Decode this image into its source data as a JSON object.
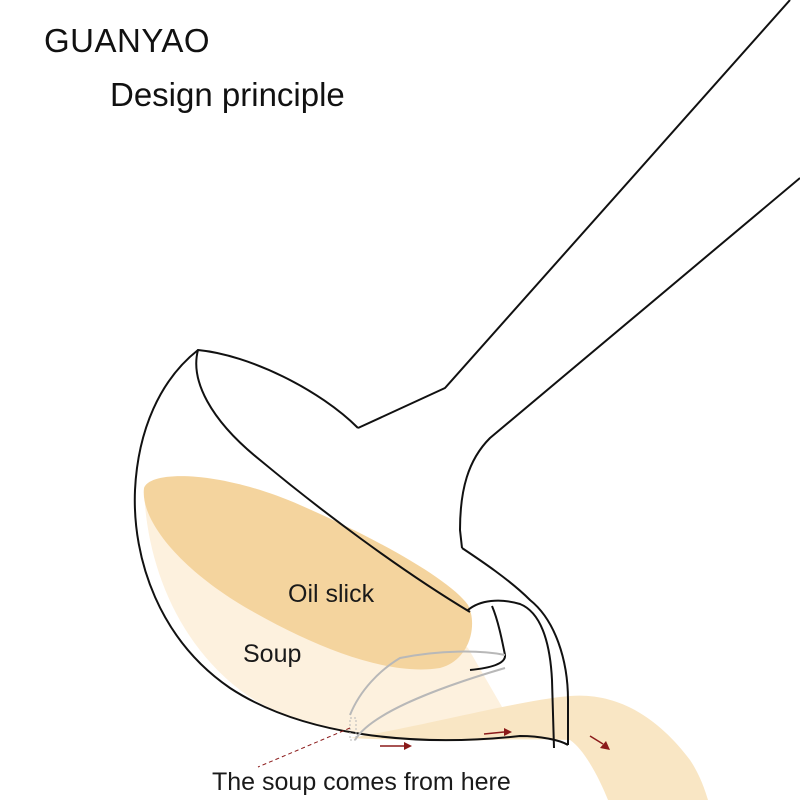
{
  "header": {
    "brand": "GUANYAO",
    "subtitle": "Design principle"
  },
  "labels": {
    "oil": "Oil slick",
    "soup": "Soup",
    "caption": "The soup comes from here"
  },
  "colors": {
    "outline": "#111111",
    "oil": "#f4d49e",
    "soup": "#fdf1de",
    "stream": "#f9e6c4",
    "arrow": "#8b1a1a",
    "inner_line": "#b8b8b8",
    "leader": "#8b1a1a"
  }
}
